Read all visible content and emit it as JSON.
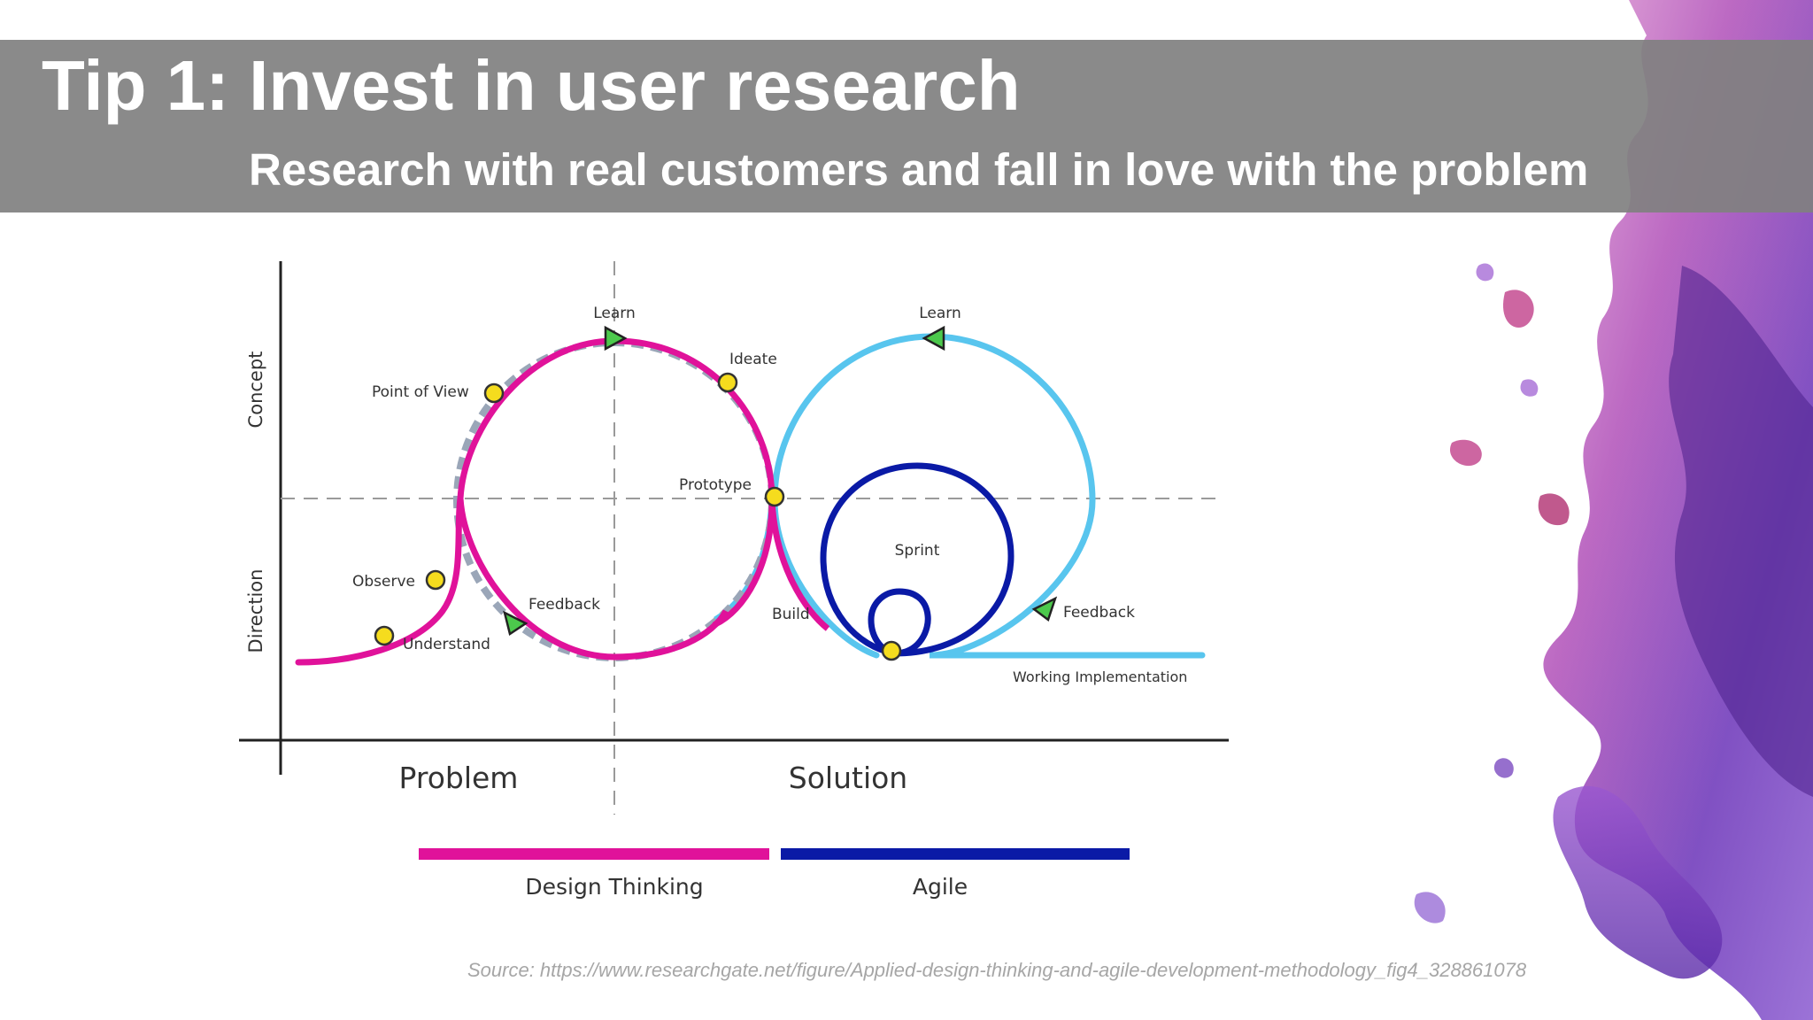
{
  "slide": {
    "title": "Tip 1: Invest in user research",
    "subtitle": "Research with real customers and fall in love with the problem",
    "source": "Source: https://www.researchgate.net/figure/Applied-design-thinking-and-agile-development-methodology_fig4_328861078"
  },
  "diagram": {
    "y_axis_labels": {
      "top": "Concept",
      "bottom": "Direction"
    },
    "x_axis_labels": {
      "left": "Problem",
      "right": "Solution"
    },
    "design_thinking_steps": {
      "understand": "Understand",
      "observe": "Observe",
      "point_of_view": "Point of View",
      "learn": "Learn",
      "ideate": "Ideate",
      "prototype": "Prototype",
      "feedback": "Feedback"
    },
    "agile_steps": {
      "learn": "Learn",
      "sprint": "Sprint",
      "build": "Build",
      "feedback": "Feedback",
      "working_implementation": "Working Implementation"
    },
    "legend": {
      "design_thinking": "Design Thinking",
      "agile": "Agile"
    }
  },
  "colors": {
    "banner": "#808080",
    "design_thinking": "#e0129a",
    "agile_dark": "#0a1aa6",
    "agile_light": "#58c5ee",
    "milestone": "#f5dc1e",
    "arrow": "#4cc94c",
    "source_text": "#a6a6a6",
    "watercolor": "#7a3fc0"
  },
  "icons": {
    "milestone": "yellow-circle",
    "direction_marker": "green-triangle"
  }
}
